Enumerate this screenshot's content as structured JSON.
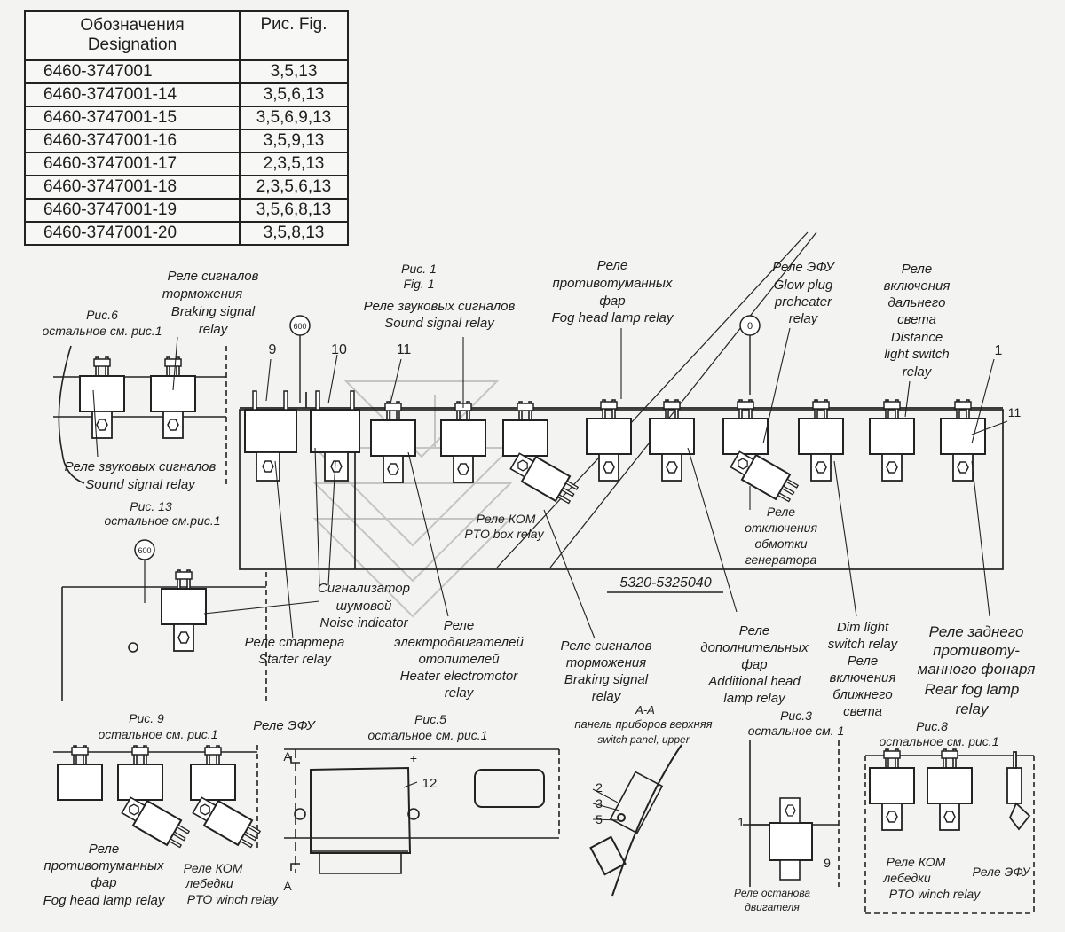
{
  "table": {
    "header_designation": "Обозначения\nDesignation",
    "header_fig": "Рис. Fig.",
    "rows": [
      {
        "designation": "6460-3747001",
        "figs": "3,5,13"
      },
      {
        "designation": "6460-3747001-14",
        "figs": "3,5,6,13"
      },
      {
        "designation": "6460-3747001-15",
        "figs": "3,5,6,9,13"
      },
      {
        "designation": "6460-3747001-16",
        "figs": "3,5,9,13"
      },
      {
        "designation": "6460-3747001-17",
        "figs": "2,3,5,13"
      },
      {
        "designation": "6460-3747001-18",
        "figs": "2,3,5,6,13"
      },
      {
        "designation": "6460-3747001-19",
        "figs": "3,5,6,8,13"
      },
      {
        "designation": "6460-3747001-20",
        "figs": "3,5,8,13"
      }
    ]
  },
  "labels": {
    "fig6": "Рис.6",
    "fig6_rest": "остальное см. рис.1",
    "braking_ru_1": "Реле сигналов",
    "braking_ru_2": "торможения",
    "braking_en_1": "Braking signal",
    "braking_en_2": "relay",
    "fig1_ru": "Рис. 1",
    "fig1_en": "Fig. 1",
    "sound_ru": "Реле звуковых сигналов",
    "sound_en": "Sound signal relay",
    "fog_ru_1": "Реле",
    "fog_ru_2": "противотуманных",
    "fog_ru_3": "фар",
    "fog_en": "Fog head lamp relay",
    "efu_ru": "Реле ЭФУ",
    "efu_en_1": "Glow plug",
    "efu_en_2": "preheater",
    "efu_en_3": "relay",
    "dist_ru_1": "Реле",
    "dist_ru_2": "включения",
    "dist_ru_3": "дальнего",
    "dist_ru_4": "света",
    "dist_en_1": "Distance",
    "dist_en_2": "light switch",
    "dist_en_3": "relay",
    "sound6_ru": "Реле звуковых сигналов",
    "sound6_en": "Sound signal relay",
    "fig13": "Рис. 13",
    "fig13_rest": "остальное см.рис.1",
    "pto_ru": "Реле КОМ",
    "pto_en": "PTO box relay",
    "gen_ru_1": "Реле",
    "gen_ru_2": "отключения",
    "gen_ru_3": "обмотки",
    "gen_ru_4": "генератора",
    "part_number": "5320-5325040",
    "noise_ru_1": "Сигнализатор",
    "noise_ru_2": "шумовой",
    "noise_en": "Noise indicator",
    "starter_ru": "Реле стартера",
    "starter_en": "Starter relay",
    "heater_ru_1": "Реле",
    "heater_ru_2": "электродвигателей",
    "heater_ru_3": "отопителей",
    "heater_en_1": "Heater electromotor",
    "heater_en_2": "relay",
    "brake2_ru_1": "Реле сигналов",
    "brake2_ru_2": "торможения",
    "brake2_en_1": "Braking signal",
    "brake2_en_2": "relay",
    "addl_ru_1": "Реле",
    "addl_ru_2": "дополнительных",
    "addl_ru_3": "фар",
    "addl_en_1": "Additional head",
    "addl_en_2": "lamp relay",
    "dim_en_1": "Dim light",
    "dim_en_2": "switch relay",
    "dim_ru_1": "Реле",
    "dim_ru_2": "включения",
    "dim_ru_3": "ближнего",
    "dim_ru_4": "света",
    "rear_ru_1": "Реле заднего",
    "rear_ru_2": "противоту-",
    "rear_ru_3": "манного фонаря",
    "rear_en_1": "Rear fog lamp",
    "rear_en_2": "relay",
    "fig9": "Рис. 9",
    "fig9_rest": "остальное см. рис.1",
    "efu9": "Реле ЭФУ",
    "fig5": "Рис.5",
    "fig5_rest": "остальное см. рис.1",
    "aa": "А-А",
    "panel_ru": "панель приборов верхняя",
    "panel_en": "switch panel, upper",
    "fig3": "Рис.3",
    "fig3_rest": "остальное см. 1",
    "fig8": "Рис.8",
    "fig8_rest": "остальное см. рис.1",
    "fog9_ru_1": "Реле",
    "fog9_ru_2": "противотуманных",
    "fog9_ru_3": "фар",
    "fog9_en": "Fog head lamp relay",
    "winch_ru_1": "Реле КОМ",
    "winch_ru_2": "лебедки",
    "winch_en": "PTO winch relay",
    "stop_ru_1": "Реле останова",
    "stop_ru_2": "двигателя",
    "winch8_ru_1": "Реле КОМ",
    "winch8_ru_2": "лебедки",
    "winch8_en": "PTO winch relay",
    "efu8": "Реле ЭФУ"
  },
  "numbers": {
    "n9": "9",
    "n10": "10",
    "n11": "11",
    "n1": "1",
    "n11b": "11",
    "n12": "12",
    "c600a": "600",
    "c600b": "600",
    "c0": "0",
    "a_top": "A",
    "a_bot": "A",
    "plus": "+",
    "s2": "2",
    "s3": "3",
    "s5": "5",
    "f3_1": "1",
    "f3_9": "9"
  }
}
